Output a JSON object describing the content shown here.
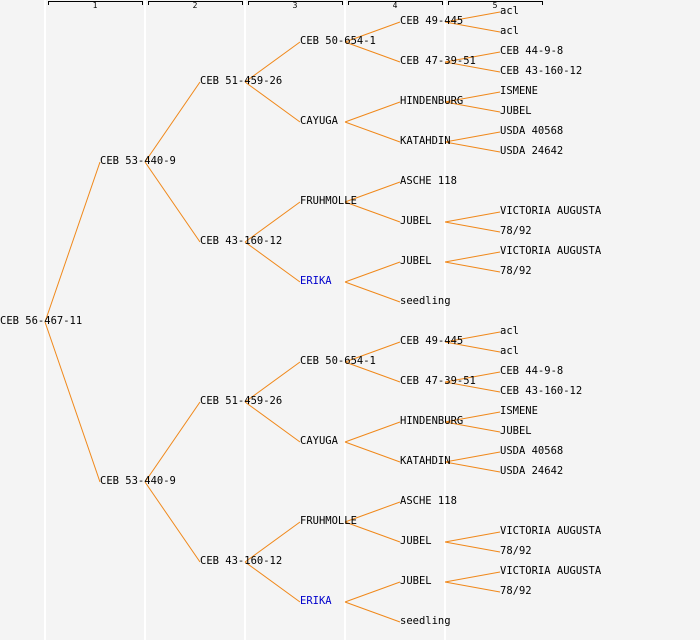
{
  "line_color": "#f0881a",
  "highlight_color": "#0000cc",
  "generations": [
    "1",
    "2",
    "3",
    "4",
    "5"
  ],
  "pedigree": {
    "name": "CEB 56-467-11",
    "parents": [
      {
        "name": "CEB 53-440-9",
        "parents": [
          {
            "name": "CEB 51-459-26",
            "parents": [
              {
                "name": "CEB 50-654-1",
                "parents": [
                  {
                    "name": "CEB 49-445",
                    "parents": [
                      {
                        "name": "acl"
                      },
                      {
                        "name": "acl"
                      }
                    ]
                  },
                  {
                    "name": "CEB 47-39-51",
                    "parents": [
                      {
                        "name": "CEB 44-9-8"
                      },
                      {
                        "name": "CEB 43-160-12"
                      }
                    ]
                  }
                ]
              },
              {
                "name": "CAYUGA",
                "parents": [
                  {
                    "name": "HINDENBURG",
                    "parents": [
                      {
                        "name": "ISMENE"
                      },
                      {
                        "name": "JUBEL"
                      }
                    ]
                  },
                  {
                    "name": "KATAHDIN",
                    "parents": [
                      {
                        "name": "USDA 40568"
                      },
                      {
                        "name": "USDA 24642"
                      }
                    ]
                  }
                ]
              }
            ]
          },
          {
            "name": "CEB 43-160-12",
            "parents": [
              {
                "name": "FRUHMOLLE",
                "parents": [
                  {
                    "name": "ASCHE 118"
                  },
                  {
                    "name": "JUBEL",
                    "parents": [
                      {
                        "name": "VICTORIA AUGUSTA"
                      },
                      {
                        "name": "78/92"
                      }
                    ]
                  }
                ]
              },
              {
                "name": "ERIKA",
                "highlight": true,
                "parents": [
                  {
                    "name": "JUBEL",
                    "parents": [
                      {
                        "name": "VICTORIA AUGUSTA"
                      },
                      {
                        "name": "78/92"
                      }
                    ]
                  },
                  {
                    "name": "seedling"
                  }
                ]
              }
            ]
          }
        ]
      },
      {
        "name": "CEB 53-440-9",
        "parents": [
          {
            "name": "CEB 51-459-26",
            "parents": [
              {
                "name": "CEB 50-654-1",
                "parents": [
                  {
                    "name": "CEB 49-445",
                    "parents": [
                      {
                        "name": "acl"
                      },
                      {
                        "name": "acl"
                      }
                    ]
                  },
                  {
                    "name": "CEB 47-39-51",
                    "parents": [
                      {
                        "name": "CEB 44-9-8"
                      },
                      {
                        "name": "CEB 43-160-12"
                      }
                    ]
                  }
                ]
              },
              {
                "name": "CAYUGA",
                "parents": [
                  {
                    "name": "HINDENBURG",
                    "parents": [
                      {
                        "name": "ISMENE"
                      },
                      {
                        "name": "JUBEL"
                      }
                    ]
                  },
                  {
                    "name": "KATAHDIN",
                    "parents": [
                      {
                        "name": "USDA 40568"
                      },
                      {
                        "name": "USDA 24642"
                      }
                    ]
                  }
                ]
              }
            ]
          },
          {
            "name": "CEB 43-160-12",
            "parents": [
              {
                "name": "FRUHMOLLE",
                "parents": [
                  {
                    "name": "ASCHE 118"
                  },
                  {
                    "name": "JUBEL",
                    "parents": [
                      {
                        "name": "VICTORIA AUGUSTA"
                      },
                      {
                        "name": "78/92"
                      }
                    ]
                  }
                ]
              },
              {
                "name": "ERIKA",
                "highlight": true,
                "parents": [
                  {
                    "name": "JUBEL",
                    "parents": [
                      {
                        "name": "VICTORIA AUGUSTA"
                      },
                      {
                        "name": "78/92"
                      }
                    ]
                  },
                  {
                    "name": "seedling"
                  }
                ]
              }
            ]
          }
        ]
      }
    ]
  }
}
